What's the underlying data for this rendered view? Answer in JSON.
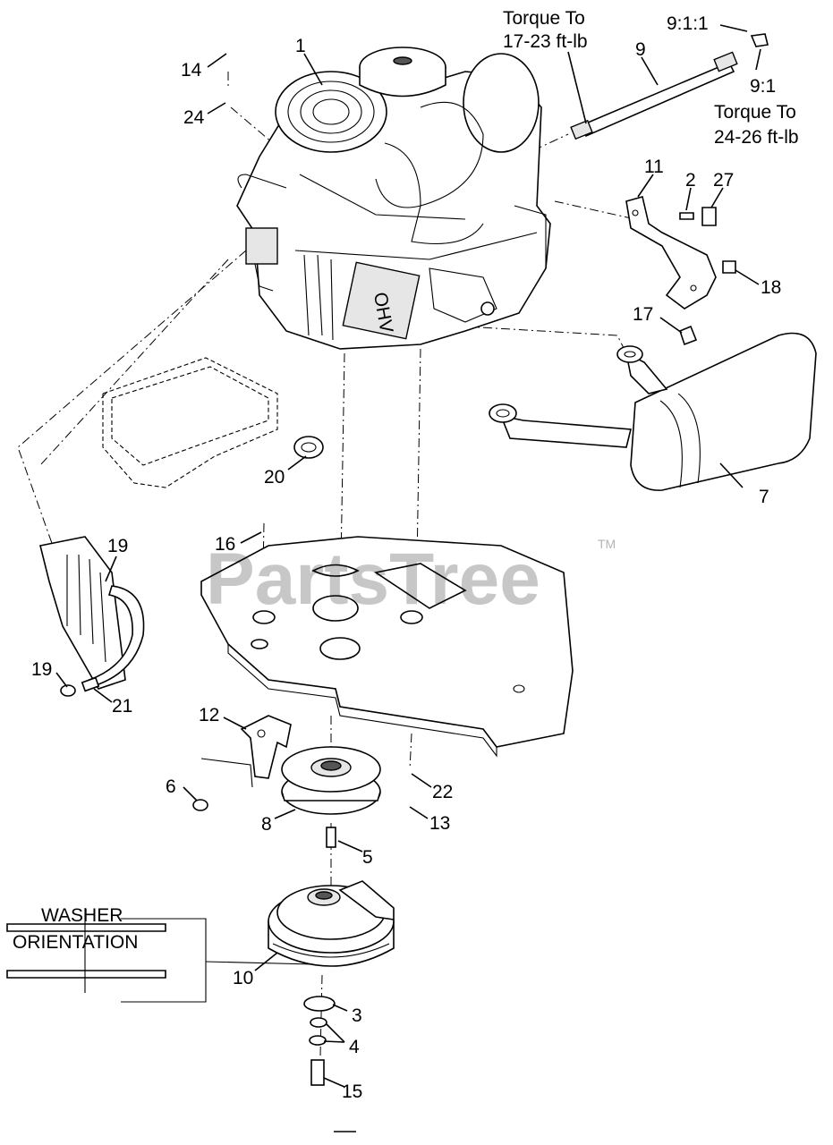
{
  "watermark": {
    "text": "PartsTree",
    "mark": "TM"
  },
  "notes": {
    "torque_left_1": "Torque To",
    "torque_left_2": "17-23 ft-lb",
    "ratio_top": "9:1:1",
    "ratio_right": "9:1",
    "torque_right_1": "Torque To",
    "torque_right_2": "24-26 ft-lb",
    "washer_1": "WASHER",
    "washer_2": "ORIENTATION"
  },
  "callouts": {
    "c1": "1",
    "c2": "2",
    "c3": "3",
    "c4": "4",
    "c5": "5",
    "c6": "6",
    "c7": "7",
    "c8": "8",
    "c9": "9",
    "c10": "10",
    "c11": "11",
    "c12": "12",
    "c13": "13",
    "c14": "14",
    "c15": "15",
    "c16": "16",
    "c17": "17",
    "c18": "18",
    "c19a": "19",
    "c19b": "19",
    "c20": "20",
    "c21": "21",
    "c22": "22",
    "c24": "24",
    "c27": "27"
  }
}
